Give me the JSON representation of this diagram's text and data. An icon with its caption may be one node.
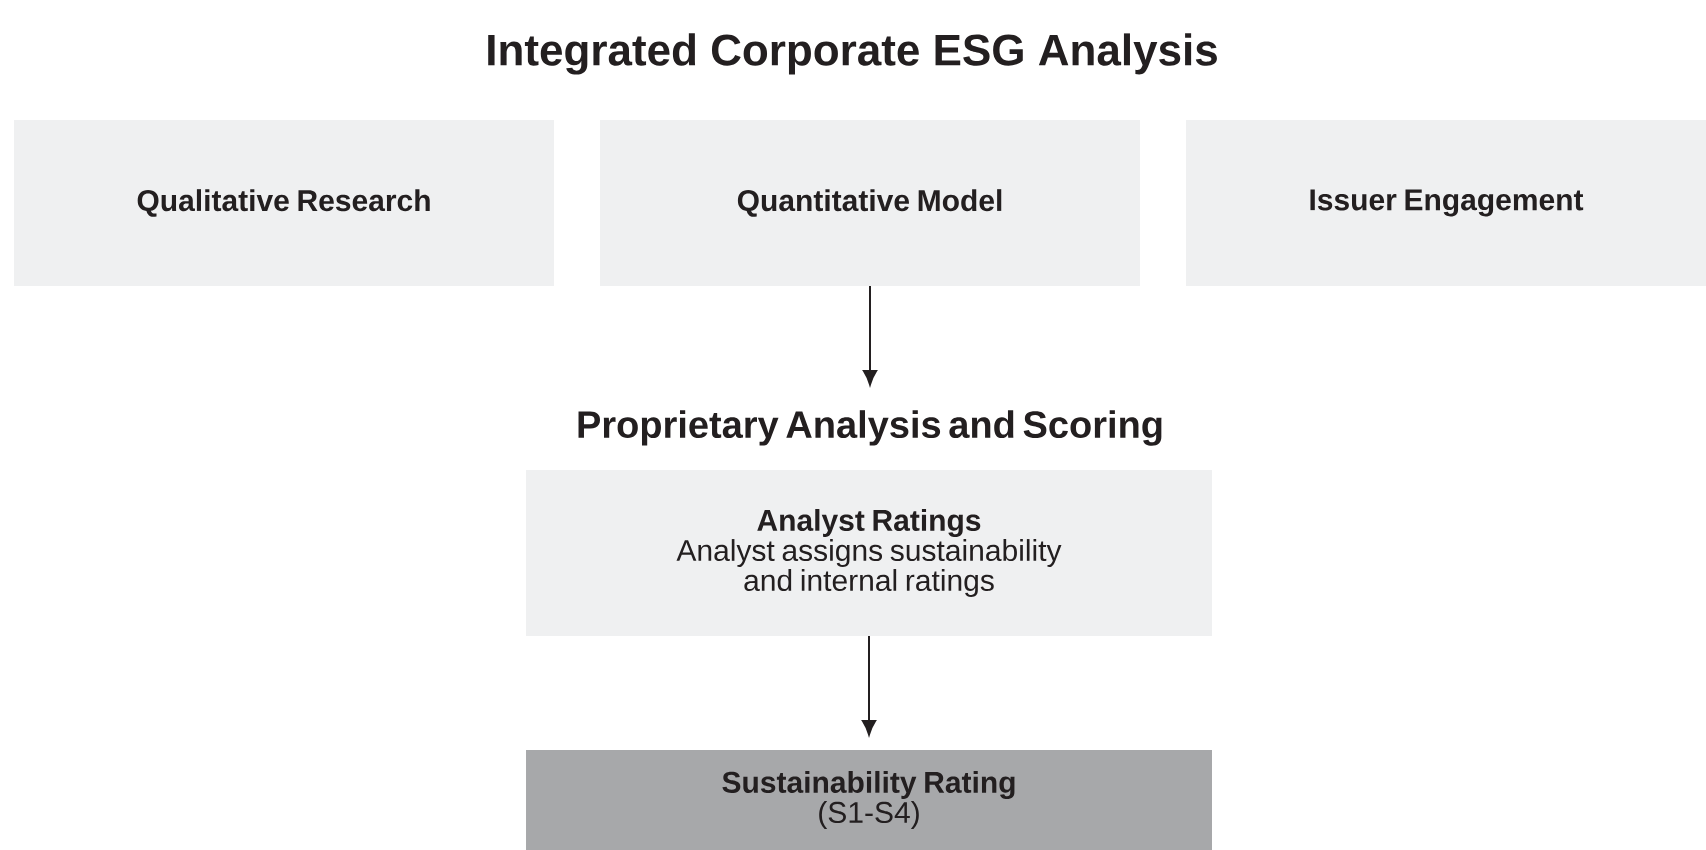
{
  "diagram": {
    "title": "Integrated Corporate ESG Analysis",
    "nodes": [
      {
        "text": [
          "Qualitative Research"
        ]
      },
      {
        "text": [
          "Quantitative Model"
        ]
      },
      {
        "text": [
          "Issuer Engagement"
        ]
      },
      {
        "text": [
          "Proprietary Analysis and Scoring"
        ]
      },
      {
        "text": [
          "Analyst Ratings",
          "Analyst assigns sustainability and internal ratings"
        ]
      },
      {
        "text": [
          "Sustainability Rating",
          "(S1-S4)"
        ]
      }
    ],
    "edges": [
      {
        "from": 1,
        "to": 3,
        "arrow": "to"
      },
      {
        "from": 4,
        "to": 5,
        "arrow": "to"
      }
    ]
  }
}
